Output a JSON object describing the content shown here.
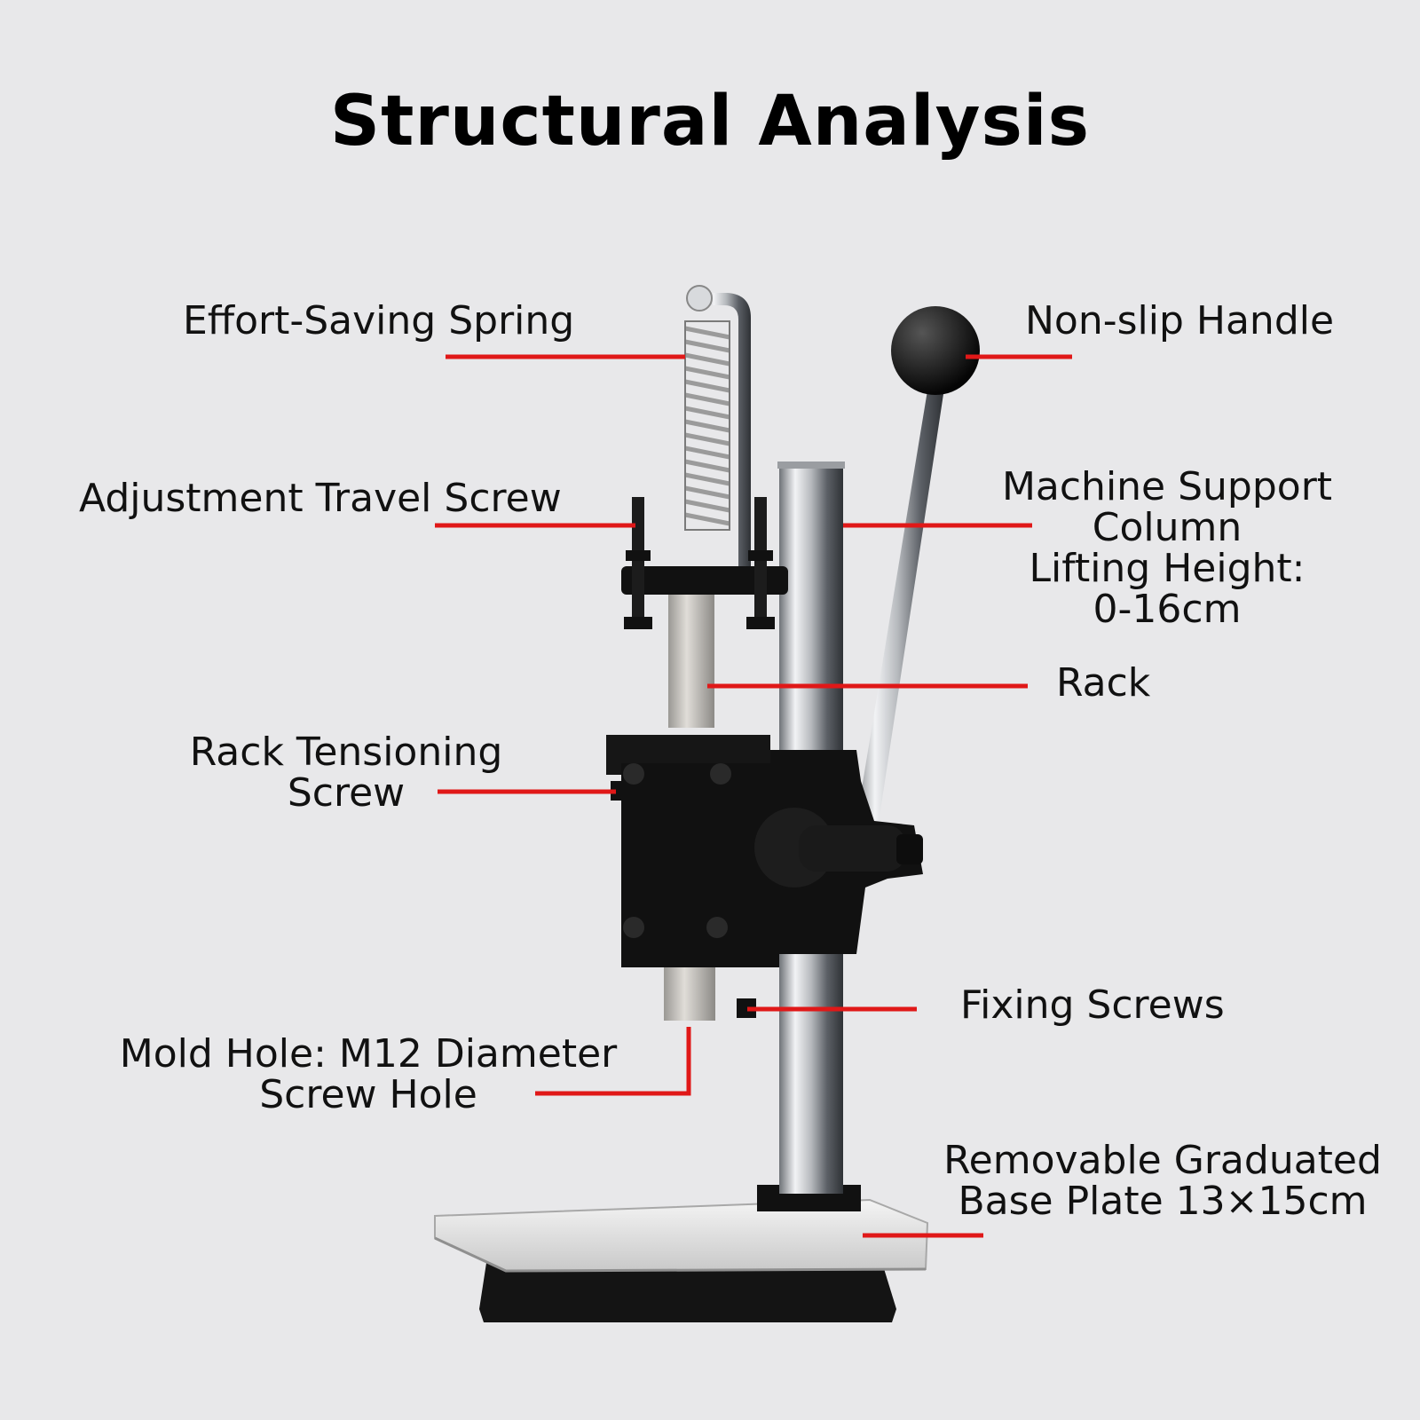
{
  "title": "Structural Analysis",
  "labels": {
    "spring": "Effort-Saving Spring",
    "handle": "Non-slip Handle",
    "travel_screw": "Adjustment Travel Screw",
    "column_l1": "Machine Support",
    "column_l2": "Column",
    "lift_l1": "Lifting Height:",
    "lift_l2": "0-16cm",
    "rack": "Rack",
    "tension_l1": "Rack Tensioning",
    "tension_l2": "Screw",
    "fixing": "Fixing Screws",
    "mold_l1": "Mold Hole: M12 Diameter",
    "mold_l2": "Screw Hole",
    "base_l1": "Removable Graduated",
    "base_l2": "Base Plate 13×15cm"
  },
  "colors": {
    "callout": "#e01818",
    "background": "#e8e8ea",
    "metal_dark": "#151515"
  }
}
